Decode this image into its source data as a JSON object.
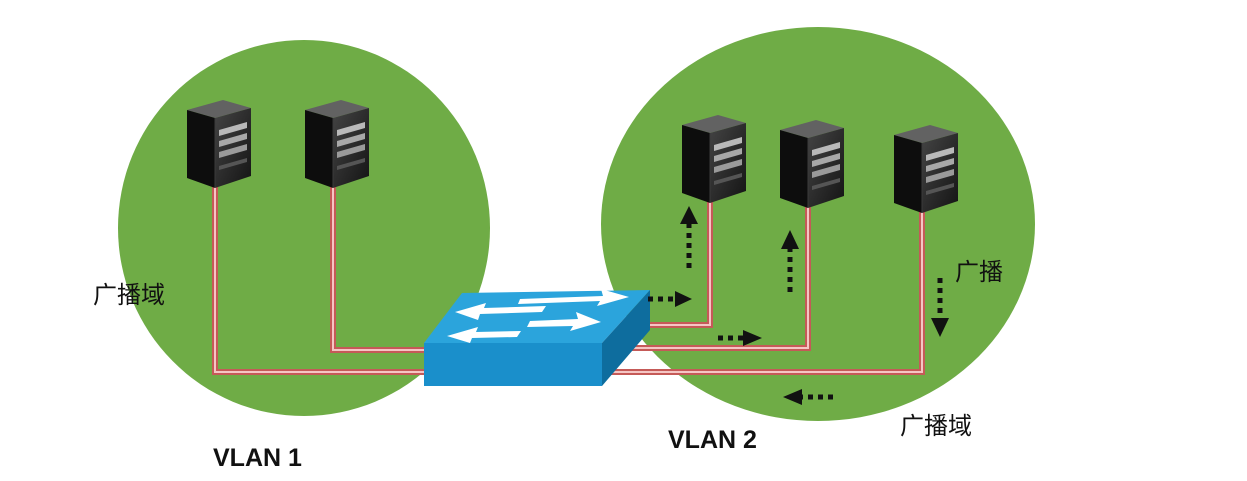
{
  "labels": {
    "vlan1": "VLAN 1",
    "vlan2": "VLAN 2",
    "broadcast_domain_left": "广播域",
    "broadcast_right": "广播",
    "broadcast_domain_right": "广播域"
  },
  "colors": {
    "vlan_area": "#6fac46",
    "cable": "#c55a58",
    "switch_top": "#2ba4dc",
    "switch_front": "#1a8fcb",
    "switch_side": "#0e6d9e",
    "arrow": "#111111"
  }
}
